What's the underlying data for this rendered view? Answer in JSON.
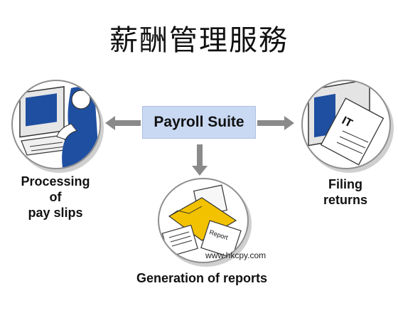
{
  "title": "薪酬管理服務",
  "center": {
    "label": "Payroll Suite"
  },
  "left": {
    "label_lines": [
      "Processing",
      "of",
      "pay slips"
    ]
  },
  "right": {
    "label_lines": [
      "Filing",
      "returns"
    ],
    "doc_text": "IT"
  },
  "bottom": {
    "label": "Generation of reports",
    "doc_text": "Report"
  },
  "watermark": "www.hkcpy.com",
  "colors": {
    "box_fill": "#c9d9f3",
    "arrow": "#8a8a8a",
    "monitor": "#1f4fa0",
    "folder": "#f2c200",
    "person": "#1f4fa0"
  }
}
